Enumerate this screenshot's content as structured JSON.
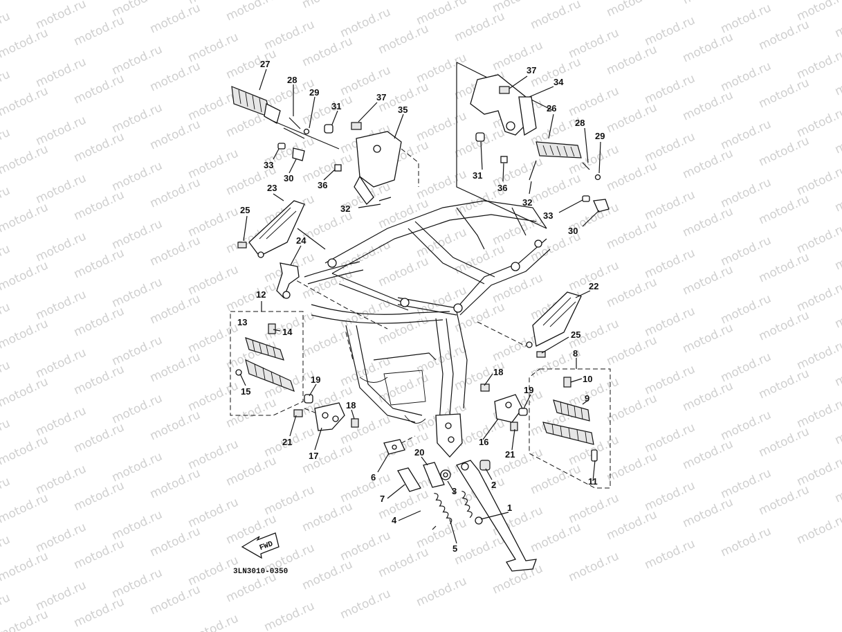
{
  "watermark": {
    "text": "motod.ru"
  },
  "diagram": {
    "code": "3LN3010-0350",
    "fwd_label": "FWD",
    "callouts": {
      "c1": "1",
      "c2": "2",
      "c3": "3",
      "c4": "4",
      "c5": "5",
      "c6": "6",
      "c7": "7",
      "c8": "8",
      "c9": "9",
      "c10": "10",
      "c11": "11",
      "c12": "12",
      "c13": "13",
      "c14": "14",
      "c15": "15",
      "c16": "16",
      "c17": "17",
      "c18a": "18",
      "c18b": "18",
      "c19a": "19",
      "c19b": "19",
      "c20": "20",
      "c21a": "21",
      "c21b": "21",
      "c22": "22",
      "c23": "23",
      "c24": "24",
      "c25a": "25",
      "c25b": "25",
      "c26": "26",
      "c27": "27",
      "c28a": "28",
      "c28b": "28",
      "c29a": "29",
      "c29b": "29",
      "c30a": "30",
      "c30b": "30",
      "c31a": "31",
      "c31b": "31",
      "c32a": "32",
      "c32b": "32",
      "c33a": "33",
      "c33b": "33",
      "c34": "34",
      "c35": "35",
      "c36a": "36",
      "c36b": "36",
      "c37a": "37",
      "c37b": "37"
    }
  }
}
